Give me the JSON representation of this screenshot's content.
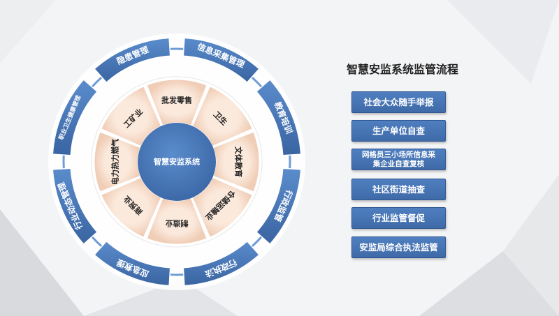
{
  "diagram": {
    "title": "智慧安监系统监管流程",
    "center_label": "智慧安监系统",
    "outer_ring": [
      "信息采集管理",
      "教育培训",
      "行政监管",
      "行政执法",
      "应急救援",
      "行业动态管理",
      "职业卫生健康管理",
      "隐患管理"
    ],
    "inner_ring": [
      "批发零售",
      "卫生",
      "文体教育",
      "仓储运输业",
      "制造业",
      "商贸业",
      "电力热力燃气",
      "工矿业"
    ],
    "steps": [
      "社会大众随手举报",
      "生产单位自查",
      "网格员三小场所信息采集企业自查复核",
      "社区街道抽查",
      "行业监管督促",
      "安监局综合执法监管"
    ],
    "colors": {
      "blue": "#3f6aa8",
      "peach": "#f7dccb",
      "center": "#4a78b8"
    }
  }
}
